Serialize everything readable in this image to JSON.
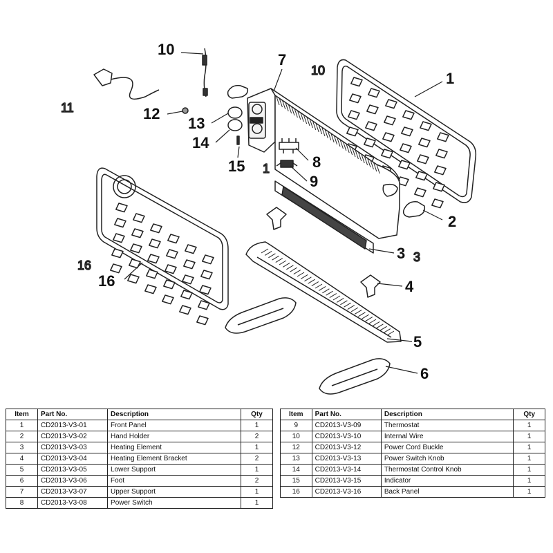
{
  "callouts": [
    "1",
    "2",
    "3",
    "4",
    "5",
    "6",
    "7",
    "8",
    "9",
    "10",
    "12",
    "13",
    "14",
    "15",
    "16"
  ],
  "ghost_labels": [
    "11",
    "1",
    "10",
    "3",
    "16"
  ],
  "table": {
    "headers": {
      "item": "Item",
      "part_no": "Part No.",
      "description": "Description",
      "qty": "Qty"
    },
    "left_rows": [
      {
        "item": "1",
        "part_no": "CD2013-V3-01",
        "description": "Front Panel",
        "qty": "1"
      },
      {
        "item": "2",
        "part_no": "CD2013-V3-02",
        "description": "Hand Holder",
        "qty": "2"
      },
      {
        "item": "3",
        "part_no": "CD2013-V3-03",
        "description": "Heating Element",
        "qty": "1"
      },
      {
        "item": "4",
        "part_no": "CD2013-V3-04",
        "description": "Heating Element Bracket",
        "qty": "2"
      },
      {
        "item": "5",
        "part_no": "CD2013-V3-05",
        "description": "Lower Support",
        "qty": "1"
      },
      {
        "item": "6",
        "part_no": "CD2013-V3-06",
        "description": "Foot",
        "qty": "2"
      },
      {
        "item": "7",
        "part_no": "CD2013-V3-07",
        "description": "Upper Support",
        "qty": "1"
      },
      {
        "item": "8",
        "part_no": "CD2013-V3-08",
        "description": "Power Switch",
        "qty": "1"
      }
    ],
    "right_rows": [
      {
        "item": "9",
        "part_no": "CD2013-V3-09",
        "description": "Thermostat",
        "qty": "1"
      },
      {
        "item": "10",
        "part_no": "CD2013-V3-10",
        "description": "Internal Wire",
        "qty": "1"
      },
      {
        "item": "12",
        "part_no": "CD2013-V3-12",
        "description": "Power Cord Buckle",
        "qty": "1"
      },
      {
        "item": "13",
        "part_no": "CD2013-V3-13",
        "description": "Power Switch Knob",
        "qty": "1"
      },
      {
        "item": "14",
        "part_no": "CD2013-V3-14",
        "description": "Thermostat Control Knob",
        "qty": "1"
      },
      {
        "item": "15",
        "part_no": "CD2013-V3-15",
        "description": "Indicator",
        "qty": "1"
      },
      {
        "item": "16",
        "part_no": "CD2013-V3-16",
        "description": "Back Panel",
        "qty": "1"
      }
    ]
  }
}
